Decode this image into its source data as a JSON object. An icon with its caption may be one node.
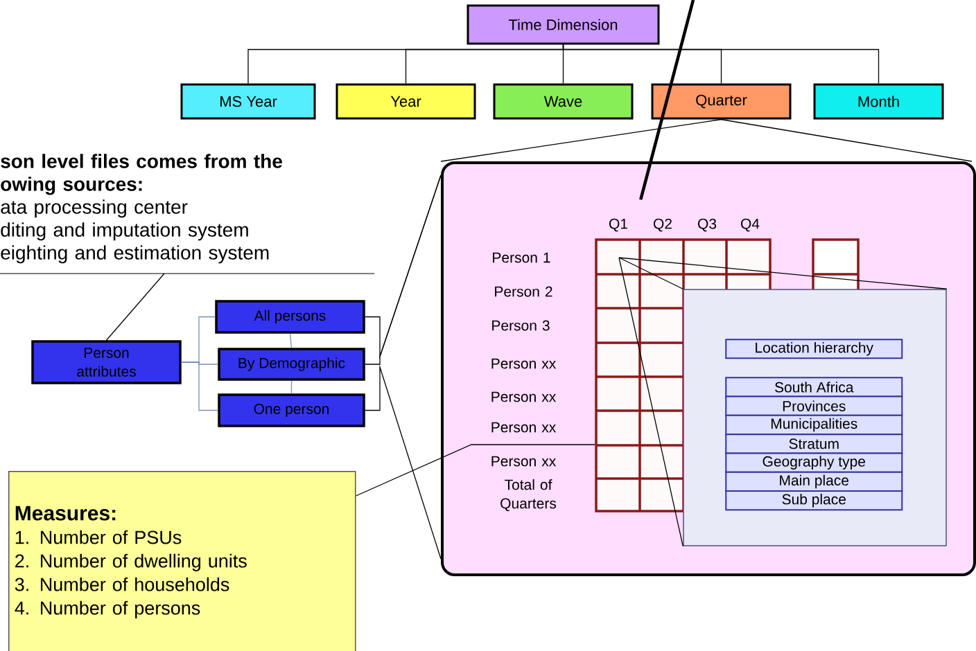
{
  "diagram": {
    "nodes": [
      {
        "text": [
          "Time Dimension"
        ]
      },
      {
        "text": [
          "MS Year"
        ]
      },
      {
        "text": [
          "Year"
        ]
      },
      {
        "text": [
          "Wave"
        ]
      },
      {
        "text": [
          "Quarter"
        ]
      },
      {
        "text": [
          "Month"
        ]
      },
      {
        "text": [
          "son level files comes from the owing sources:",
          "ata processing center",
          "diting and imputation system",
          "eighting and estimation system"
        ]
      },
      {
        "text": [
          "Person attributes"
        ]
      },
      {
        "text": [
          "All persons"
        ]
      },
      {
        "text": [
          "By Demographic"
        ]
      },
      {
        "text": [
          "One person"
        ]
      },
      {
        "text": [
          "Measures:",
          "1. Number of PSUs",
          "2. Number of dwelling units",
          "3. Number of households",
          "4. Number of persons"
        ]
      },
      {
        "text": [],
        "shape": "box"
      },
      {
        "text": [],
        "shape": "box",
        "in": 12
      },
      {
        "text": [],
        "shape": "box",
        "in": 12
      },
      {
        "text": [
          "Location hierarchy"
        ],
        "in": 14
      },
      {
        "text": [
          "South Africa"
        ],
        "in": 14
      },
      {
        "text": [
          "Provinces"
        ],
        "in": 14
      },
      {
        "text": [
          "Municipalities"
        ],
        "in": 14
      },
      {
        "text": [
          "Stratum"
        ],
        "in": 14
      },
      {
        "text": [
          "Geography type"
        ],
        "in": 14
      },
      {
        "text": [
          "Main place"
        ],
        "in": 14
      },
      {
        "text": [
          "Sub place"
        ],
        "in": 14
      }
    ],
    "edges": [
      {
        "from": 0,
        "to": 1,
        "arrow": "none"
      },
      {
        "from": 0,
        "to": 2,
        "arrow": "none"
      },
      {
        "from": 0,
        "to": 3,
        "arrow": "none"
      },
      {
        "from": 0,
        "to": 4,
        "arrow": "none"
      },
      {
        "from": 0,
        "to": 5,
        "arrow": "none"
      },
      {
        "from": 4,
        "to": 12,
        "arrow": "none"
      },
      {
        "from": null,
        "to": 13,
        "arrow": "none",
        "style": "thick"
      },
      {
        "from": 6,
        "to": 7,
        "arrow": "none"
      },
      {
        "from": 7,
        "to": 8,
        "arrow": "none",
        "color": "#7090c0"
      },
      {
        "from": 7,
        "to": 9,
        "arrow": "none",
        "color": "#7090c0"
      },
      {
        "from": 7,
        "to": 10,
        "arrow": "none",
        "color": "#7090c0"
      },
      {
        "from": 8,
        "to": 9,
        "arrow": "none",
        "color": "#7090c0"
      },
      {
        "from": 9,
        "to": 10,
        "arrow": "none",
        "color": "#7090c0"
      },
      {
        "from": 8,
        "to": 12,
        "arrow": "none"
      },
      {
        "from": 9,
        "to": 12,
        "arrow": "none"
      },
      {
        "from": 10,
        "to": 12,
        "arrow": "none"
      },
      {
        "from": 11,
        "to": 13,
        "arrow": "none"
      },
      {
        "from": 13,
        "to": 14,
        "arrow": "none"
      }
    ],
    "labels": [
      "Q1",
      "Q2",
      "Q3",
      "Q4",
      "Person 1",
      "Person 2",
      "Person 3",
      "Person xx",
      "Person xx",
      "Person xx",
      "Person xx",
      "Total of Quarters"
    ]
  }
}
